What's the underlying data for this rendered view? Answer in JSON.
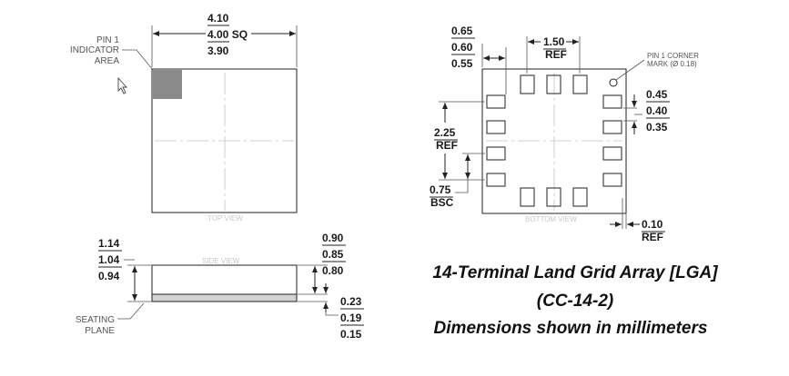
{
  "top_view": {
    "label": "TOP VIEW",
    "pin1_label": [
      "PIN 1",
      "INDICATOR",
      "AREA"
    ],
    "width_max": "4.10",
    "width_nom": "4.00 SQ",
    "width_min": "3.90"
  },
  "bottom_view": {
    "label": "BOTTOM VIEW",
    "pitch_max": "0.65",
    "pitch_nom": "0.60",
    "pitch_min": "0.55",
    "ref_top_val": "1.50",
    "ref_top_unit": "REF",
    "pin1_corner_label": [
      "PIN 1 CORNER",
      "MARK (Ø 0.18)"
    ],
    "pad_max": "0.45",
    "pad_nom": "0.40",
    "pad_min": "0.35",
    "ref_left_val": "2.25",
    "ref_left_unit": "REF",
    "bsc_val": "0.75",
    "bsc_unit": "BSC",
    "edge_val": "0.10",
    "edge_unit": "REF"
  },
  "side_view": {
    "label": "SIDE VIEW",
    "height_max": "1.14",
    "height_nom": "1.04",
    "height_min": "0.94",
    "body_max": "0.90",
    "body_nom": "0.85",
    "body_min": "0.80",
    "pad_max": "0.23",
    "pad_nom": "0.19",
    "pad_min": "0.15",
    "seating_label": [
      "SEATING",
      "PLANE"
    ]
  },
  "caption": {
    "line1": "14-Terminal Land Grid Array [LGA]",
    "line2": "(CC-14-2)",
    "line3": "Dimensions shown in millimeters"
  }
}
